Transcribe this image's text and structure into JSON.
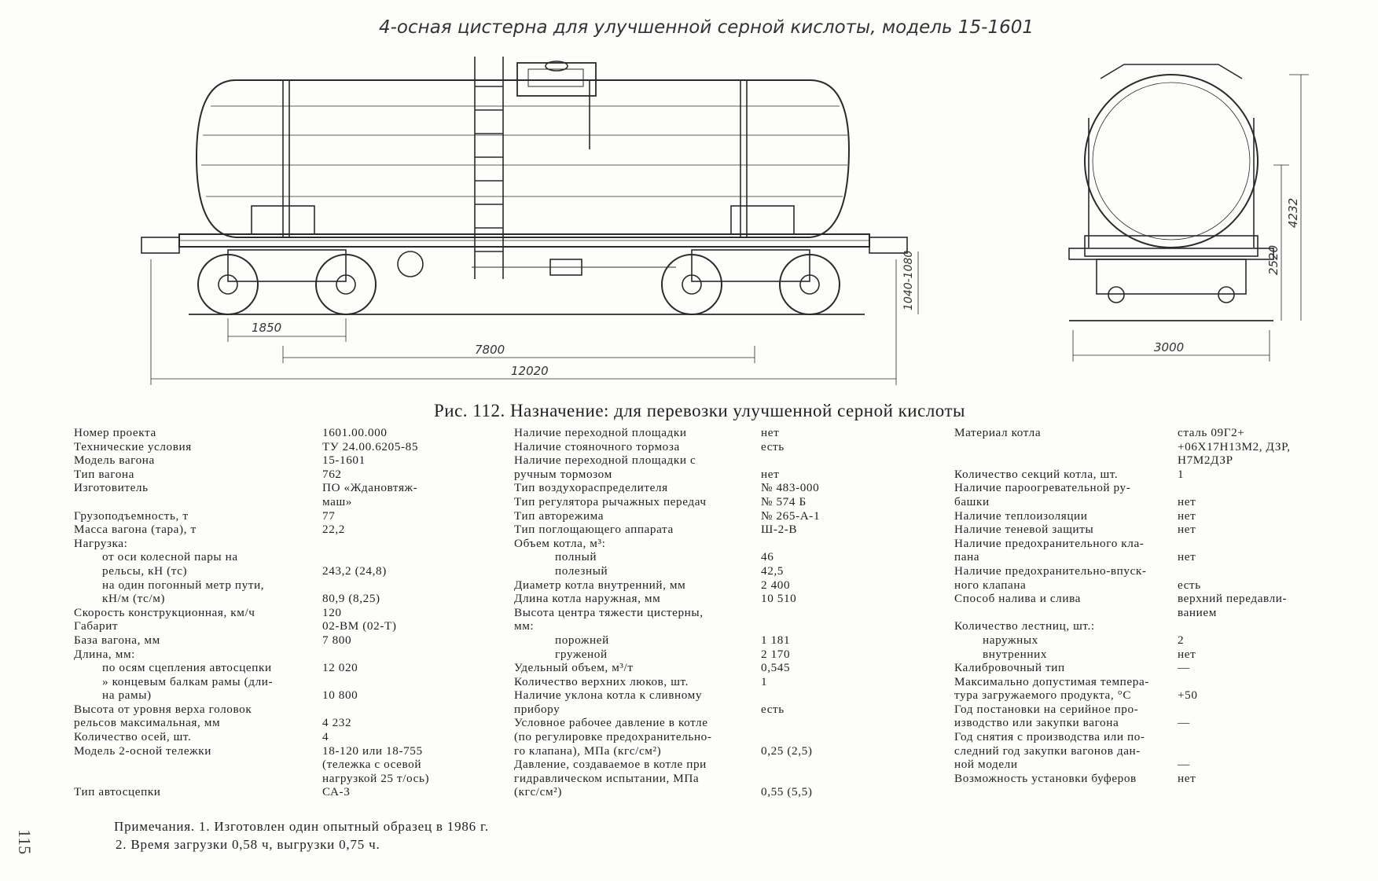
{
  "drawing": {
    "handwritten_title": "4-осная цистерна  для улучшенной  серной  кислоты, модель 15-1601",
    "dimensions": {
      "bogie_base": "1850",
      "wagon_base": "7800",
      "length": "12020",
      "coupler_height": "1040-1080",
      "width": "3000",
      "height_2520": "2520",
      "height_4232": "4232"
    }
  },
  "figure_caption": "Рис. 112. Назначение: для перевозки улучшенной серной кислоты",
  "col1": [
    {
      "label": "Номер проекта",
      "value": "1601.00.000",
      "indent": 0,
      "vrow": 0
    },
    {
      "label": "Технические условия",
      "value": "ТУ 24.00.6205-85",
      "indent": 0,
      "vrow": 0
    },
    {
      "label": "Модель вагона",
      "value": "15-1601",
      "indent": 0,
      "vrow": 0
    },
    {
      "label": "Тип вагона",
      "value": "762",
      "indent": 0,
      "vrow": 0
    },
    {
      "label": "Изготовитель",
      "value": "ПО «Ждановтяж-\nмаш»",
      "indent": 0,
      "vrow": 0
    },
    {
      "label": " ",
      "value": "",
      "indent": 0,
      "vrow": 0
    },
    {
      "label": "Грузоподъемность, т",
      "value": "77",
      "indent": 0,
      "vrow": 0
    },
    {
      "label": "Масса вагона (тара), т",
      "value": "22,2",
      "indent": 0,
      "vrow": 0
    },
    {
      "label": "Нагрузка:",
      "value": "",
      "indent": 0,
      "vrow": 0
    },
    {
      "label": "от оси колесной пары на\nрельсы, кН (тс)",
      "value": "243,2 (24,8)",
      "indent": 1,
      "vrow": 1
    },
    {
      "label": "на один погонный метр пути,\nкН/м (тс/м)",
      "value": "80,9 (8,25)",
      "indent": 1,
      "vrow": 1
    },
    {
      "label": "Скорость конструкционная, км/ч",
      "value": "120",
      "indent": 0,
      "vrow": 0
    },
    {
      "label": "Габарит",
      "value": "02-ВМ (02-Т)",
      "indent": 0,
      "vrow": 0
    },
    {
      "label": "База вагона, мм",
      "value": "7 800",
      "indent": 0,
      "vrow": 0
    },
    {
      "label": "Длина, мм:",
      "value": "",
      "indent": 0,
      "vrow": 0
    },
    {
      "label": "по осям сцепления автосцепки",
      "value": "12 020",
      "indent": 1,
      "vrow": 0
    },
    {
      "label": "»  концевым балкам рамы (дли-\nна рамы)",
      "value": "10 800",
      "indent": 1,
      "vrow": 1
    },
    {
      "label": "Высота от уровня верха головок\nрельсов максимальная, мм",
      "value": "4 232",
      "indent": 0,
      "vrow": 1
    },
    {
      "label": "Количество осей, шт.",
      "value": "4",
      "indent": 0,
      "vrow": 0
    },
    {
      "label": "Модель 2-осной тележки\n \n ",
      "value": "18-120  или  18-755\n(тележка  с  осевой\nнагрузкой 25 т/ось)",
      "indent": 0,
      "vrow": 0
    },
    {
      "label": "Тип автосцепки",
      "value": "СА-3",
      "indent": 0,
      "vrow": 0
    }
  ],
  "col2": [
    {
      "label": "Наличие переходной площадки",
      "value": "нет",
      "indent": 0,
      "vrow": 0
    },
    {
      "label": "Наличие стояночного тормоза",
      "value": "есть",
      "indent": 0,
      "vrow": 0
    },
    {
      "label": "Наличие переходной площадки с\nручным тормозом",
      "value": "нет",
      "indent": 0,
      "vrow": 1
    },
    {
      "label": "Тип воздухораспределителя",
      "value": "№ 483-000",
      "indent": 0,
      "vrow": 0
    },
    {
      "label": "Тип регулятора рычажных передач",
      "value": "№ 574 Б",
      "indent": 0,
      "vrow": 0
    },
    {
      "label": "Тип авторежима",
      "value": "№ 265-А-1",
      "indent": 0,
      "vrow": 0
    },
    {
      "label": "Тип поглощающего аппарата",
      "value": "Ш-2-В",
      "indent": 0,
      "vrow": 0
    },
    {
      "label": "Объем котла, м³:",
      "value": "",
      "indent": 0,
      "vrow": 0
    },
    {
      "label": "полный",
      "value": "46",
      "indent": 2,
      "vrow": 0
    },
    {
      "label": "полезный",
      "value": "42,5",
      "indent": 2,
      "vrow": 0
    },
    {
      "label": "Диаметр котла внутренний, мм",
      "value": "2 400",
      "indent": 0,
      "vrow": 0
    },
    {
      "label": "Длина котла наружная, мм",
      "value": "10 510",
      "indent": 0,
      "vrow": 0
    },
    {
      "label": "Высота центра тяжести цистерны,\nмм:",
      "value": "",
      "indent": 0,
      "vrow": 0
    },
    {
      "label": "порожней",
      "value": "1 181",
      "indent": 2,
      "vrow": 0
    },
    {
      "label": "груженой",
      "value": "2 170",
      "indent": 2,
      "vrow": 0
    },
    {
      "label": "Удельный объем, м³/т",
      "value": "0,545",
      "indent": 0,
      "vrow": 0
    },
    {
      "label": "Количество верхних люков, шт.",
      "value": "1",
      "indent": 0,
      "vrow": 0
    },
    {
      "label": "Наличие уклона котла к сливному\nприбору",
      "value": "есть",
      "indent": 0,
      "vrow": 1
    },
    {
      "label": "Условное рабочее давление в котле\n(по регулировке предохранительно-\nго клапана), МПа (кгс/см²)",
      "value": "0,25 (2,5)",
      "indent": 0,
      "vrow": 2
    },
    {
      "label": "Давление, создаваемое в котле при\nгидравлическом испытании, МПа\n(кгс/см²)",
      "value": "0,55 (5,5)",
      "indent": 0,
      "vrow": 2
    }
  ],
  "col3": [
    {
      "label": "Материал котла\n \n ",
      "value": "сталь 09Г2+\n+06Х17Н13М2,  ДЗР,\nН7М2ДЗР",
      "indent": 0,
      "vrow": 0
    },
    {
      "label": "Количество секций котла, шт.",
      "value": "1",
      "indent": 0,
      "vrow": 0
    },
    {
      "label": "Наличие пароогревательной ру-\nбашки",
      "value": "нет",
      "indent": 0,
      "vrow": 1
    },
    {
      "label": "Наличие теплоизоляции",
      "value": "нет",
      "indent": 0,
      "vrow": 0
    },
    {
      "label": "Наличие теневой защиты",
      "value": "нет",
      "indent": 0,
      "vrow": 0
    },
    {
      "label": "Наличие предохранительного кла-\nпана",
      "value": "нет",
      "indent": 0,
      "vrow": 1
    },
    {
      "label": "Наличие предохранительно-впуск-\nного клапана",
      "value": "есть",
      "indent": 0,
      "vrow": 1
    },
    {
      "label": "Способ налива и слива\n ",
      "value": "верхний   передавли-\nванием",
      "indent": 0,
      "vrow": 0
    },
    {
      "label": "Количество лестниц, шт.:",
      "value": "",
      "indent": 0,
      "vrow": 0
    },
    {
      "label": "наружных",
      "value": "2",
      "indent": 1,
      "vrow": 0
    },
    {
      "label": "внутренних",
      "value": "нет",
      "indent": 1,
      "vrow": 0
    },
    {
      "label": "Калибровочный тип",
      "value": "—",
      "indent": 0,
      "vrow": 0
    },
    {
      "label": "Максимально допустимая темпера-\nтура загружаемого продукта, °С",
      "value": "+50",
      "indent": 0,
      "vrow": 1
    },
    {
      "label": "Год постановки на серийное про-\nизводство или закупки вагона",
      "value": "—",
      "indent": 0,
      "vrow": 1
    },
    {
      "label": "Год снятия с производства или по-\nследний год закупки вагонов дан-\nной модели",
      "value": "—",
      "indent": 0,
      "vrow": 2
    },
    {
      "label": "Возможность установки буферов",
      "value": "нет",
      "indent": 0,
      "vrow": 0
    }
  ],
  "notes": [
    "Примечания. 1. Изготовлен один опытный образец в 1986 г.",
    "2. Время загрузки 0,58 ч, выгрузки 0,75 ч."
  ],
  "page_number": "115"
}
